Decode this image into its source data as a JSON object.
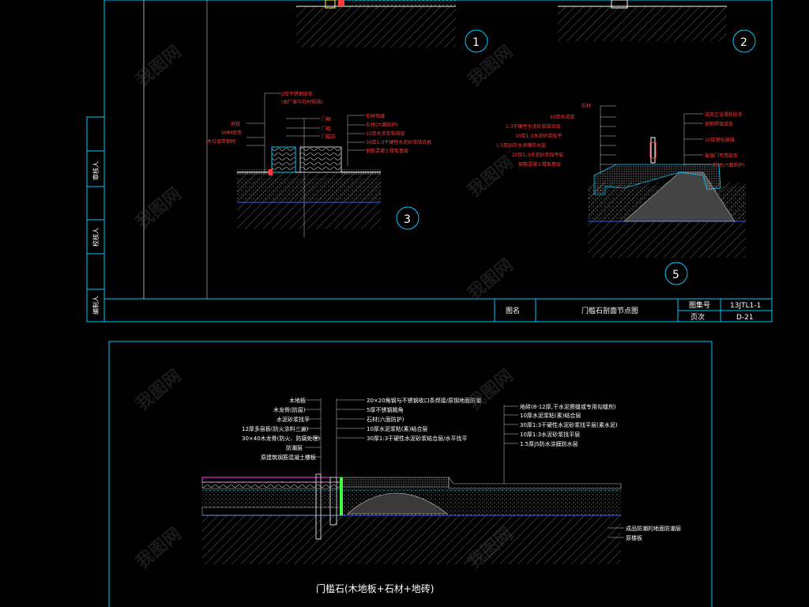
{
  "sheet": {
    "side_labels": [
      "审核人",
      "校核人",
      "编制人"
    ],
    "title_block": {
      "name_label": "图名",
      "name_value": "门槛石剖面节点图",
      "code_label": "图集号",
      "code_value": "13JTL1-1",
      "page_label": "页次",
      "page_value": "D-21"
    },
    "detail_numbers": [
      "1",
      "2",
      "3",
      "5"
    ],
    "detail3_labels_left": [
      "2厚不锈钢嵌条",
      "(由厂家与石材粘结)",
      "地毯",
      "5MM底垫",
      "木垃圾带钢材",
      "门框",
      "门槛",
      "门槛石"
    ],
    "detail3_labels_right": [
      "石材填缝",
      "石材(六面防护)",
      "10厚水泥浆粘结层",
      "30厚1:3干硬性水泥砂浆结合层",
      "钢筋混凝土楼板基层"
    ],
    "detail5_labels_left": [
      "石材",
      "10厚水泥浆",
      "1:3干硬性水泥砂浆结合层",
      "10厚1:3水泥砂浆找平",
      "1.5厚JS防水涂膜防水层",
      "20厚1:3水泥砂浆找平层",
      "钢筋混凝土楼板基层"
    ],
    "detail5_labels_right": [
      "成品卫浴滑轨胶条",
      "钢筋焊接成条",
      "10厚钢化玻璃",
      "玻璃门专用嵌条",
      "石材(六面防护)"
    ]
  },
  "detail_b": {
    "title": "门槛石(木地板+石材+地砖)",
    "labels_left": [
      "木地板",
      "木龙骨(防腐)",
      "水泥砂浆找平",
      "12厚多层板(防火涂料三遍)",
      "30×40木龙骨(防火、防腐处理)",
      "防潮层",
      "原建筑钢筋混凝土楼板"
    ],
    "labels_mid": [
      "20×20角钢与不锈钢收口条焊接/原钢地面防潮",
      "5厚不锈钢踢角",
      "石材(六面防护)",
      "10厚水泥浆粘(素)结合层",
      "30厚1:3干硬性水泥砂浆结合层/水平找平"
    ],
    "labels_right": [
      "地砖(8-12厚,干水泥擦缝或专用勾缝剂)",
      "10厚水泥浆粘(素)结合层",
      "30厚1:3干硬性水泥砂浆找平层(素水泥)",
      "10厚1:3水泥砂浆找平层",
      "1.5厚JS防水涂膜防水层"
    ],
    "labels_lower": [
      "成品防潮的地面防潮层",
      "原楼板"
    ]
  },
  "watermark": {
    "text": "我图网"
  },
  "colors": {
    "line_cyan": "#00c8ff",
    "label_red": "#ff3b3b",
    "hatch_gray": "#9a9a9a",
    "line_white": "#ffffff",
    "accent_magenta": "#ff40ff",
    "accent_green": "#40ff40",
    "accent_yellow": "#ffff40"
  }
}
